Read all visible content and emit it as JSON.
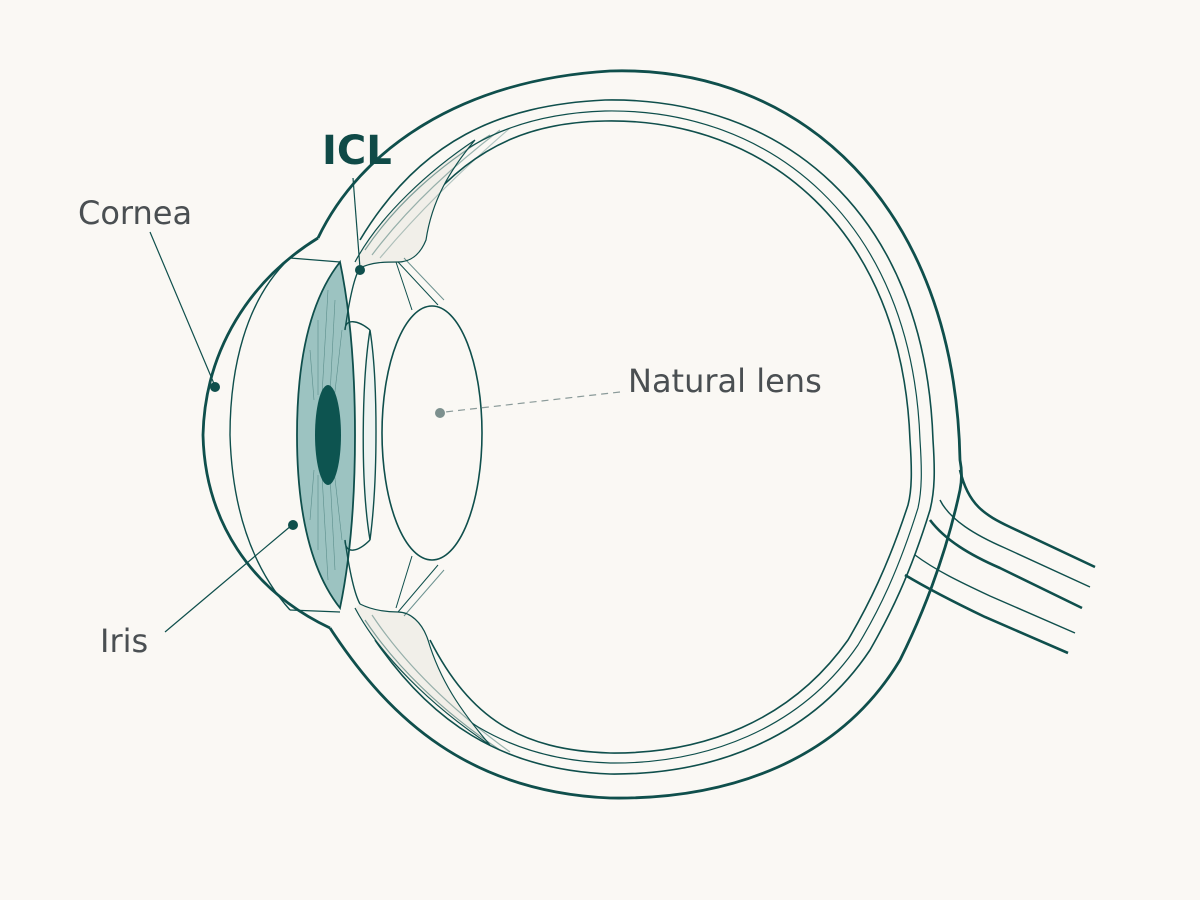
{
  "labels": {
    "cornea": "Cornea",
    "icl": "ICL",
    "natural_lens": "Natural lens",
    "iris": "Iris"
  },
  "colors": {
    "outline": "#0f4f4c",
    "iris_fill": "#9cc3c1",
    "pupil": "#0d5450",
    "label_text": "#4a4f52",
    "icl_text": "#0f4a47",
    "leader_dashed": "#8a9a99",
    "background": "#faf8f4"
  }
}
